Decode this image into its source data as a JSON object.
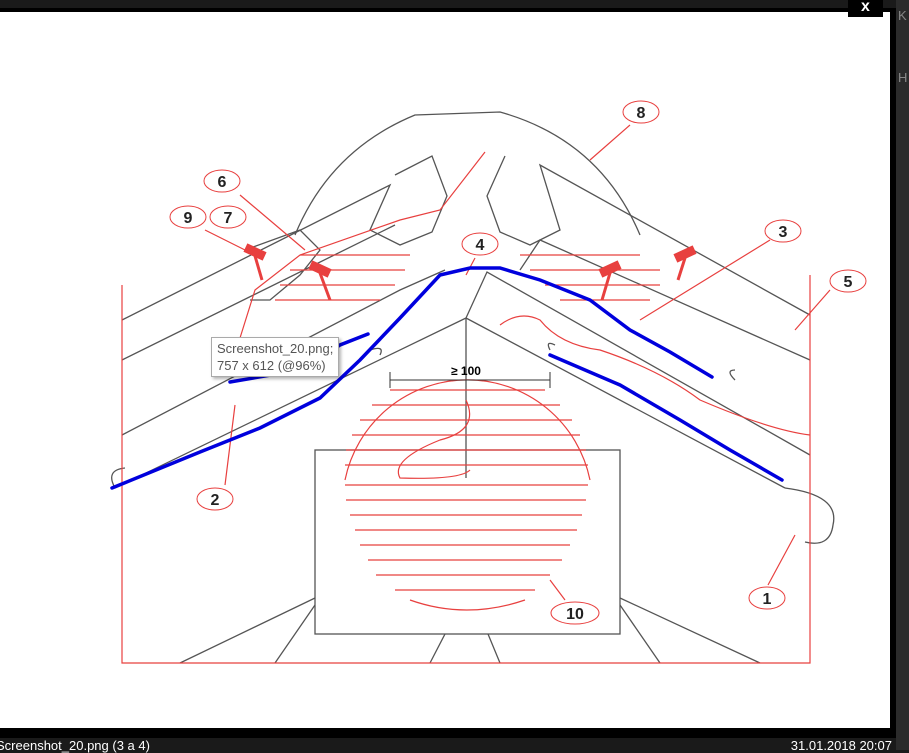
{
  "viewer": {
    "close_label": "x",
    "caption": "Screenshot_20.png (3 a 4)",
    "datetime": "31.01.2018 20:07",
    "side_letters": [
      "K",
      "H"
    ]
  },
  "tooltip": {
    "line1": "Screenshot_20.png;",
    "line2": "757 x 612  (@96%)"
  },
  "drawing": {
    "dimension": "≥ 100",
    "labels": [
      "8",
      "6",
      "9",
      "7",
      "4",
      "3",
      "5",
      "2",
      "1",
      "10"
    ],
    "colors": {
      "line": "#555555",
      "red": "#e8403f",
      "annotation": "#0000dd"
    }
  }
}
